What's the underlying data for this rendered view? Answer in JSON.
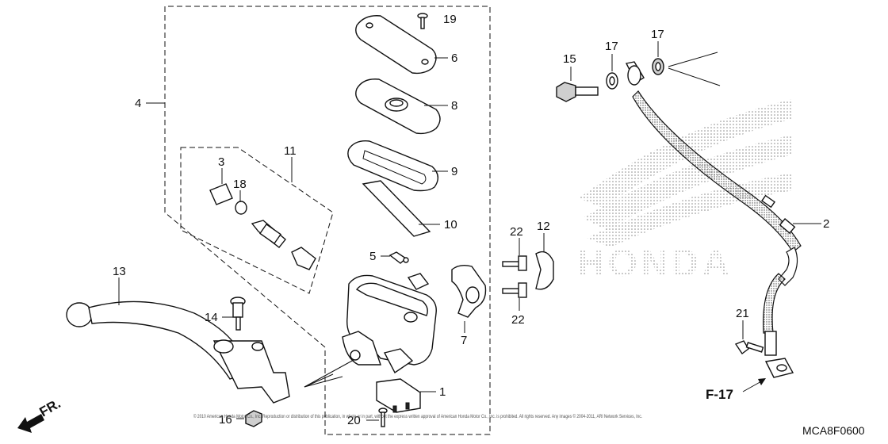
{
  "diagram": {
    "callouts": [
      "1",
      "2",
      "3",
      "4",
      "5",
      "6",
      "7",
      "8",
      "9",
      "10",
      "11",
      "12",
      "13",
      "14",
      "15",
      "16",
      "17",
      "17",
      "18",
      "19",
      "20",
      "21",
      "22",
      "22"
    ],
    "direction_marker": "F-17",
    "front_marker": "FR.",
    "diagram_code": "MCA8F0600",
    "watermark_logo": "HONDA",
    "copyright": "© 2010 American Honda Motor Co., Inc. Reproduction or distribution of this publication, in whole or in part, without the express written approval of American Honda Motor Co., Inc. is prohibited. All rights reserved. Any images © 2004-2011, ARI Network Services, Inc."
  },
  "colors": {
    "line": "#111111",
    "background": "#ffffff",
    "dot_pattern": "#888888"
  }
}
